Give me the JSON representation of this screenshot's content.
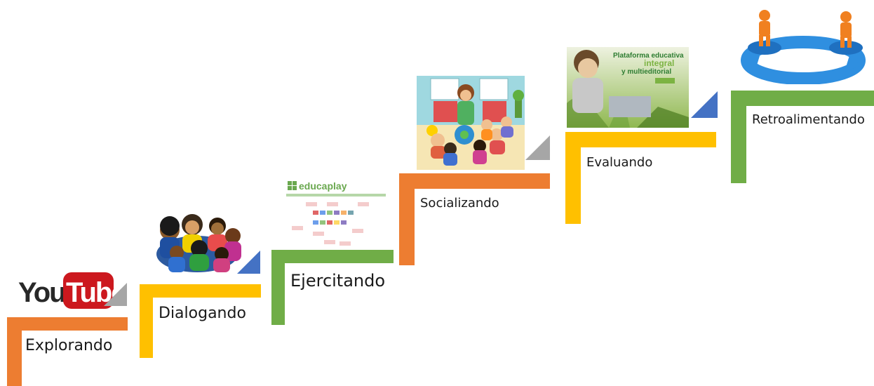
{
  "steps": [
    {
      "label": "Explorando",
      "color": "#ED7D31"
    },
    {
      "label": "Dialogando",
      "color": "#FFC000"
    },
    {
      "label": "Ejercitando",
      "color": "#70AD47"
    },
    {
      "label": "Socializando",
      "color": "#ED7D31"
    },
    {
      "label": "Evaluando",
      "color": "#FFC000"
    },
    {
      "label": "Retroalimentando",
      "color": "#70AD47"
    }
  ],
  "images": {
    "youtube": {
      "logo_left": "You",
      "logo_right": "Tube"
    },
    "educaplay": {
      "logo": "educaplay"
    },
    "platform": {
      "line1": "Plataforma educativa",
      "line2": "integral",
      "line3": "y multieditorial"
    }
  },
  "triangle_colors": {
    "gray": "#A6A6A6",
    "blue": "#4472C4"
  }
}
